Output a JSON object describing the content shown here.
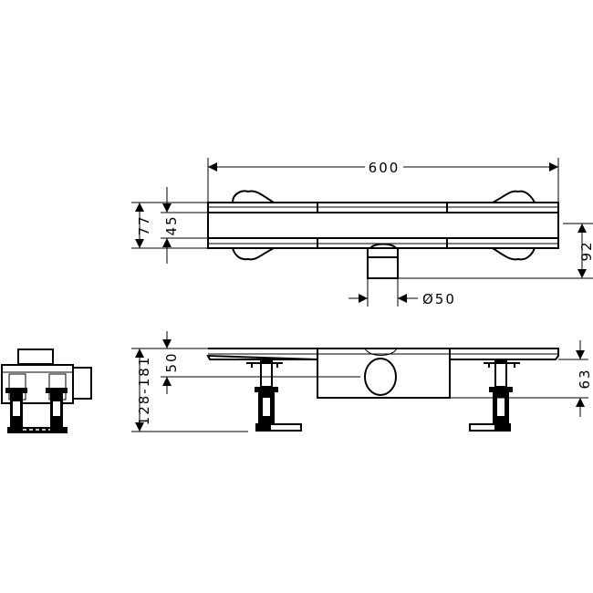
{
  "drawing": {
    "line_color": "#000000",
    "background": "#ffffff",
    "top_view": {
      "length_dim": "600",
      "total_width_dim": "77",
      "channel_width_dim": "45",
      "outlet_depth_dim": "92",
      "outlet_diameter_dim": "Ø50"
    },
    "side_view": {
      "height_range_dim": "128-181",
      "outlet_center_dim": "50",
      "body_depth_dim": "63"
    }
  }
}
